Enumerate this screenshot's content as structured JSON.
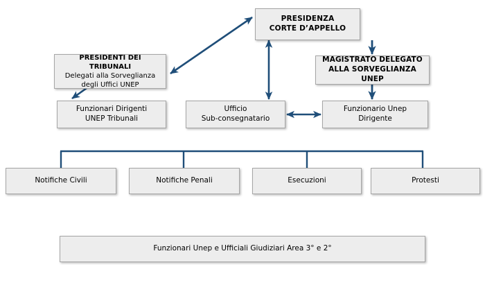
{
  "diagram": {
    "title": "Organigramma UNEP",
    "type": "org-chart",
    "colors": {
      "connector": "#1f4e79",
      "node_fill": "#ededed",
      "node_border": "#a6a6a6",
      "text": "#000000",
      "background": "#ffffff"
    }
  },
  "nodes": {
    "presidenza": {
      "line1": "PRESIDENZA",
      "line2": "CORTE D’APPELLO"
    },
    "presidenti_tribunali": {
      "line1": "PRESIDENTI DEI TRIBUNALI",
      "line2": "Delegati alla Sorveglianza",
      "line3": "degli Uffici UNEP"
    },
    "magistrato_delegato": {
      "line1": "MAGISTRATO DELEGATO",
      "line2": "ALLA SORVEGLIANZA UNEP"
    },
    "funzionari_dirigenti": {
      "line1": "Funzionari Dirigenti",
      "line2": "UNEP Tribunali"
    },
    "ufficio_subconsegnatario": {
      "line1": "Ufficio",
      "line2": "Sub-consegnatario"
    },
    "funzionario_unep_dirigente": {
      "line1": "Funzionario Unep",
      "line2": "Dirigente"
    },
    "bottom_bar": {
      "label": "Funzionari Unep e Ufficiali Giudiziari Area 3° e 2°"
    }
  },
  "services": [
    {
      "label": "Notifiche Civili"
    },
    {
      "label": "Notifiche Penali"
    },
    {
      "label": "Esecuzioni"
    },
    {
      "label": "Protesti"
    }
  ],
  "connections": [
    {
      "from": "presidenza",
      "to": "presidenti_tribunali",
      "style": "double-arrow-diagonal"
    },
    {
      "from": "presidenza",
      "to": "magistrato_delegato",
      "style": "arrow-down"
    },
    {
      "from": "presidenza",
      "to": "ufficio_subconsegnatario",
      "style": "double-arrow-vertical"
    },
    {
      "from": "presidenti_tribunali",
      "to": "funzionari_dirigenti",
      "style": "arrow-diagonal-down"
    },
    {
      "from": "magistrato_delegato",
      "to": "funzionario_unep_dirigente",
      "style": "arrow-down"
    },
    {
      "from": "ufficio_subconsegnatario",
      "to": "funzionario_unep_dirigente",
      "style": "double-arrow-horizontal"
    },
    {
      "from": "bus",
      "to": "services",
      "style": "bus-bracket"
    }
  ]
}
